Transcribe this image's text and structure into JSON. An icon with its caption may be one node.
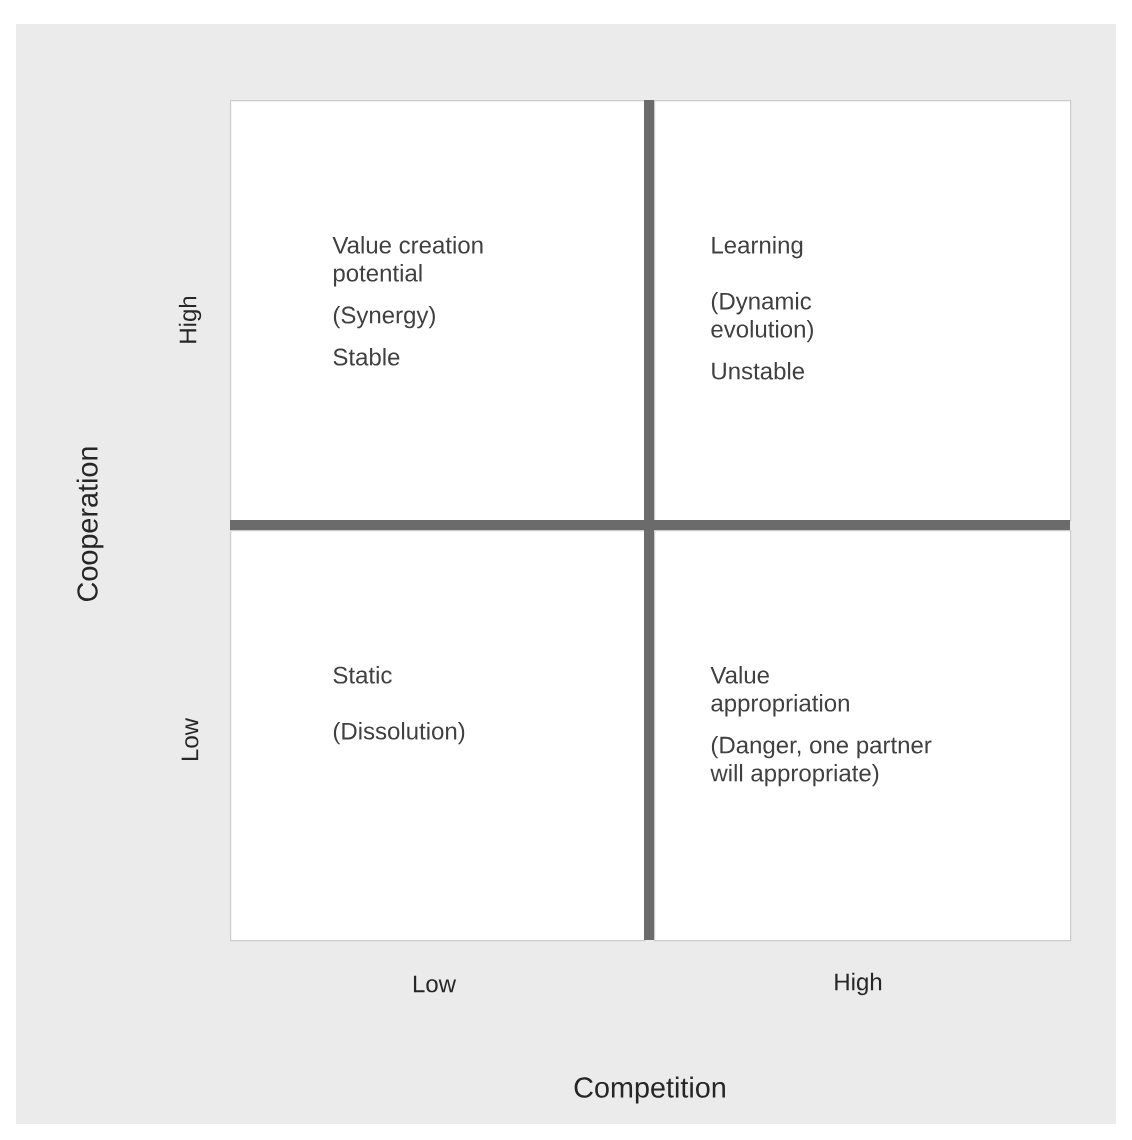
{
  "diagram": {
    "nodes": [
      {
        "text": [
          "Value creation potential",
          "(Synergy)",
          "Stable"
        ]
      },
      {
        "text": [
          "Learning",
          "(Dynamic evolution)",
          "Unstable"
        ]
      },
      {
        "text": [
          "Static",
          "(Dissolution)"
        ]
      },
      {
        "text": [
          "Value appropriation",
          "(Danger, one partner will appropriate)"
        ]
      }
    ],
    "labels": [
      "High",
      "Cooperation",
      "Low",
      "Low",
      "High",
      "Competition"
    ]
  }
}
